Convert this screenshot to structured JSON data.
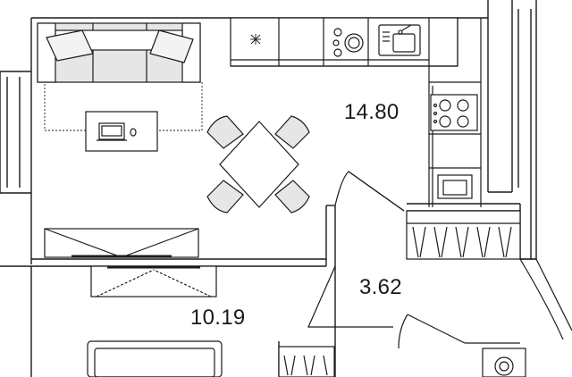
{
  "rooms": {
    "living_kitchen": {
      "area": "14.80"
    },
    "hallway": {
      "area": "3.62"
    },
    "bedroom": {
      "area": "10.19"
    }
  },
  "colors": {
    "wall": "#1a1a1a",
    "furniture_fill": "#e6e6e6",
    "line": "#1a1a1a",
    "background": "#ffffff"
  }
}
